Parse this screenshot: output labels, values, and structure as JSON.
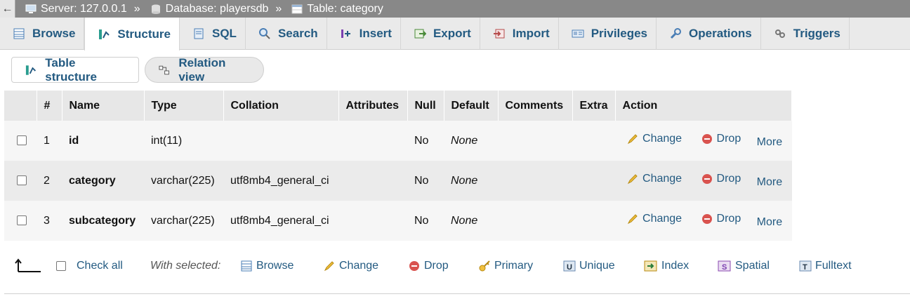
{
  "breadcrumb": {
    "back": "←",
    "server": "Server: 127.0.0.1",
    "sep1": "»",
    "database": "Database: playersdb",
    "sep2": "»",
    "table": "Table: category"
  },
  "tabs": [
    {
      "label": "Browse",
      "icon": "browse-icon"
    },
    {
      "label": "Structure",
      "icon": "structure-icon",
      "active": true
    },
    {
      "label": "SQL",
      "icon": "sql-icon"
    },
    {
      "label": "Search",
      "icon": "search-icon"
    },
    {
      "label": "Insert",
      "icon": "insert-icon"
    },
    {
      "label": "Export",
      "icon": "export-icon"
    },
    {
      "label": "Import",
      "icon": "import-icon"
    },
    {
      "label": "Privileges",
      "icon": "privileges-icon"
    },
    {
      "label": "Operations",
      "icon": "wrench-icon"
    },
    {
      "label": "Triggers",
      "icon": "triggers-icon"
    }
  ],
  "subtabs": {
    "table_structure": "Table structure",
    "relation_view": "Relation view"
  },
  "columns": [
    "#",
    "Name",
    "Type",
    "Collation",
    "Attributes",
    "Null",
    "Default",
    "Comments",
    "Extra",
    "Action"
  ],
  "rows": [
    {
      "num": "1",
      "name": "id",
      "type": "int(11)",
      "collation": "",
      "attributes": "",
      "null": "No",
      "default": "None",
      "comments": "",
      "extra": ""
    },
    {
      "num": "2",
      "name": "category",
      "type": "varchar(225)",
      "collation": "utf8mb4_general_ci",
      "attributes": "",
      "null": "No",
      "default": "None",
      "comments": "",
      "extra": ""
    },
    {
      "num": "3",
      "name": "subcategory",
      "type": "varchar(225)",
      "collation": "utf8mb4_general_ci",
      "attributes": "",
      "null": "No",
      "default": "None",
      "comments": "",
      "extra": ""
    }
  ],
  "row_actions": {
    "change": "Change",
    "drop": "Drop",
    "more": "More"
  },
  "bottom": {
    "check_all": "Check all",
    "with_selected": "With selected:",
    "browse": "Browse",
    "change": "Change",
    "drop": "Drop",
    "primary": "Primary",
    "unique": "Unique",
    "index": "Index",
    "spatial": "Spatial",
    "fulltext": "Fulltext"
  },
  "colors": {
    "link": "#235a81",
    "header_bg": "#e7e7e7",
    "crumb_bg": "#888888",
    "drop_red": "#d9534f"
  }
}
